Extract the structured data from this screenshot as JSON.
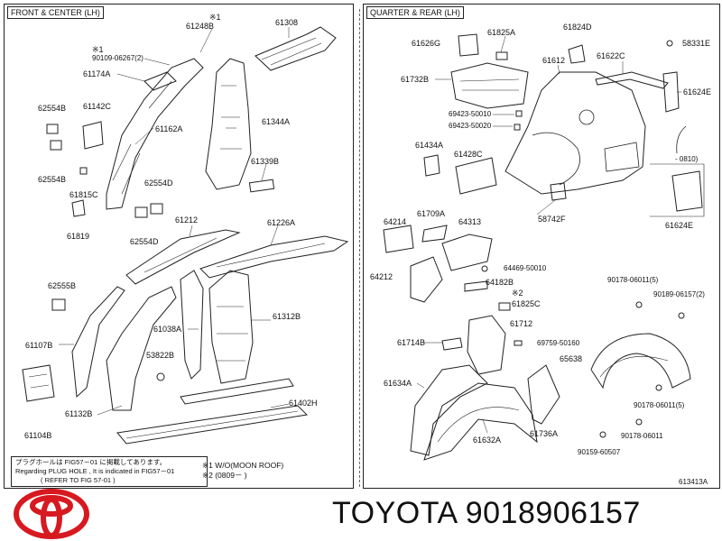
{
  "panels": {
    "left_title": "FRONT & CENTER (LH)",
    "right_title": "QUARTER & REAR (LH)"
  },
  "labels_left": [
    {
      "id": "l1",
      "text": "※1"
    },
    {
      "id": "l2",
      "text": "61248B"
    },
    {
      "id": "l3",
      "text": "61308"
    },
    {
      "id": "l4",
      "text": "※1"
    },
    {
      "id": "l5",
      "text": "90109-06267(2)"
    },
    {
      "id": "l6",
      "text": "61174A"
    },
    {
      "id": "l7",
      "text": "62554B"
    },
    {
      "id": "l8",
      "text": "61142C"
    },
    {
      "id": "l9",
      "text": "61162A"
    },
    {
      "id": "l10",
      "text": "61344A"
    },
    {
      "id": "l11",
      "text": "61339B"
    },
    {
      "id": "l12",
      "text": "62554B"
    },
    {
      "id": "l13",
      "text": "62554D"
    },
    {
      "id": "l14",
      "text": "61815C"
    },
    {
      "id": "l15",
      "text": "61819"
    },
    {
      "id": "l16",
      "text": "62554D"
    },
    {
      "id": "l17",
      "text": "61212"
    },
    {
      "id": "l18",
      "text": "61226A"
    },
    {
      "id": "l19",
      "text": "62555B"
    },
    {
      "id": "l20",
      "text": "61038A"
    },
    {
      "id": "l21",
      "text": "61312B"
    },
    {
      "id": "l22",
      "text": "61107B"
    },
    {
      "id": "l23",
      "text": "53822B"
    },
    {
      "id": "l24",
      "text": "61402H"
    },
    {
      "id": "l25",
      "text": "61132B"
    },
    {
      "id": "l26",
      "text": "61104B"
    }
  ],
  "labels_right": [
    {
      "id": "r1",
      "text": "61626G"
    },
    {
      "id": "r2",
      "text": "61825A"
    },
    {
      "id": "r3",
      "text": "61824D"
    },
    {
      "id": "r4",
      "text": "58331E"
    },
    {
      "id": "r5",
      "text": "61612"
    },
    {
      "id": "r6",
      "text": "61622C"
    },
    {
      "id": "r7",
      "text": "61732B"
    },
    {
      "id": "r8",
      "text": "61624E"
    },
    {
      "id": "r9",
      "text": "69423-50010"
    },
    {
      "id": "r10",
      "text": "69423-50020"
    },
    {
      "id": "r11",
      "text": "61434A"
    },
    {
      "id": "r12",
      "text": "61428C"
    },
    {
      "id": "r13",
      "text": "- 0810)"
    },
    {
      "id": "r14",
      "text": "58742F"
    },
    {
      "id": "r15",
      "text": "61624E"
    },
    {
      "id": "r16",
      "text": "64214"
    },
    {
      "id": "r17",
      "text": "61709A"
    },
    {
      "id": "r18",
      "text": "64313"
    },
    {
      "id": "r19",
      "text": "64469-50010"
    },
    {
      "id": "r20",
      "text": "64212"
    },
    {
      "id": "r21",
      "text": "64182B"
    },
    {
      "id": "r22",
      "text": "90178-06011(5)"
    },
    {
      "id": "r23",
      "text": "※2"
    },
    {
      "id": "r24",
      "text": "61825C"
    },
    {
      "id": "r25",
      "text": "90189-06157(2)"
    },
    {
      "id": "r26",
      "text": "61712"
    },
    {
      "id": "r27",
      "text": "61714B"
    },
    {
      "id": "r28",
      "text": "69759-50160"
    },
    {
      "id": "r29",
      "text": "65638"
    },
    {
      "id": "r30",
      "text": "61634A"
    },
    {
      "id": "r31",
      "text": "90178-06011(5)"
    },
    {
      "id": "r32",
      "text": "61632A"
    },
    {
      "id": "r33",
      "text": "61736A"
    },
    {
      "id": "r34",
      "text": "90178-06011"
    },
    {
      "id": "r35",
      "text": "90159-60507"
    }
  ],
  "note": {
    "line1": "プラグホールは FIG57－01 に掲載してあります。",
    "line2": "Regarding  PLUG HOLE , It  is  indicated  in  FIG57－01",
    "line3": "(   REFER TO FIG 57-01     )"
  },
  "legend": {
    "line1": "※1 W/O(MOON ROOF)",
    "line2": "※2 (0809－       )"
  },
  "diagram_code": "613413A",
  "brand": {
    "text": "TOYOTA 9018906157",
    "logo_color": "#d71920"
  }
}
